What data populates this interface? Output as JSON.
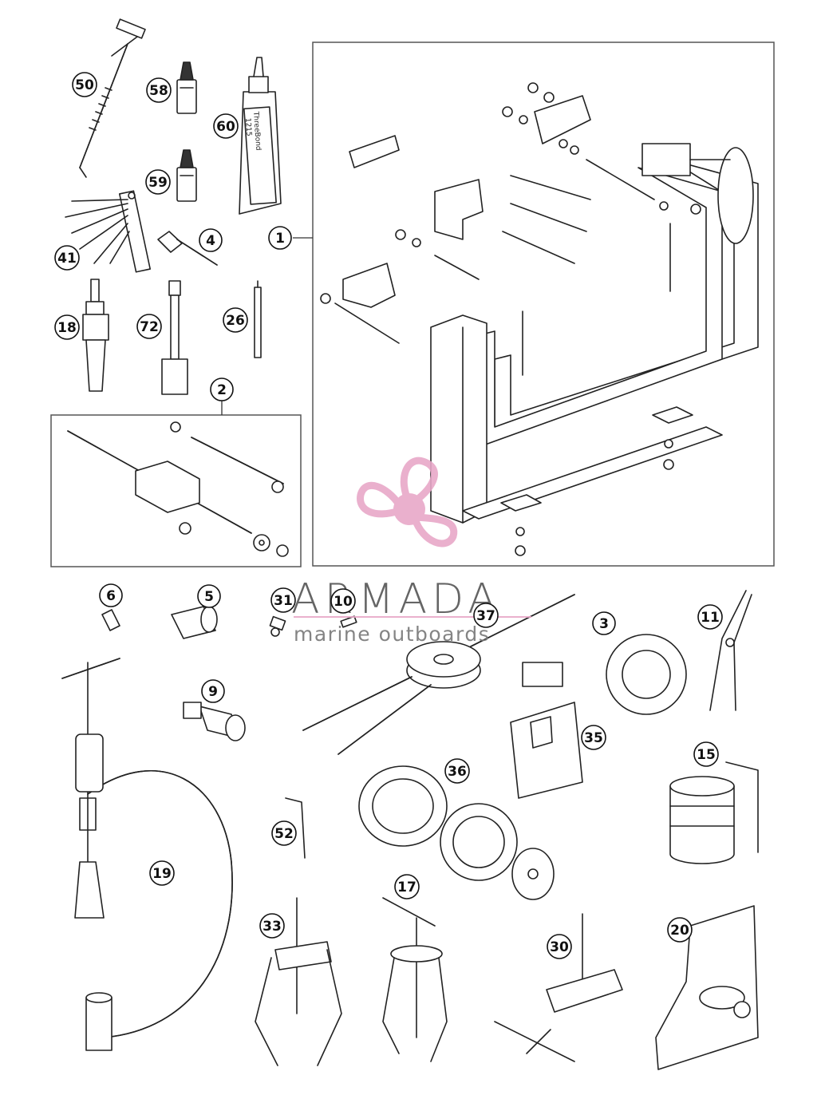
{
  "labels": {
    "p1": "1",
    "p2": "2",
    "p3": "3",
    "p4": "4",
    "p5": "5",
    "p6": "6",
    "p9": "9",
    "p10": "10",
    "p11": "11",
    "p15": "15",
    "p17": "17",
    "p18": "18",
    "p19": "19",
    "p20": "20",
    "p26": "26",
    "p30": "30",
    "p31": "31",
    "p33": "33",
    "p35": "35",
    "p36": "36",
    "p37": "37",
    "p41": "41",
    "p50": "50",
    "p52": "52",
    "p58": "58",
    "p59": "59",
    "p60": "60",
    "p72": "72"
  },
  "tube_text": {
    "brand": "ThreeBond",
    "code": "1215"
  },
  "watermark": {
    "title": "ARMADA",
    "subtitle": "marine outboards",
    "logo_color": "#e8a8c8",
    "text_color": "#555555"
  }
}
